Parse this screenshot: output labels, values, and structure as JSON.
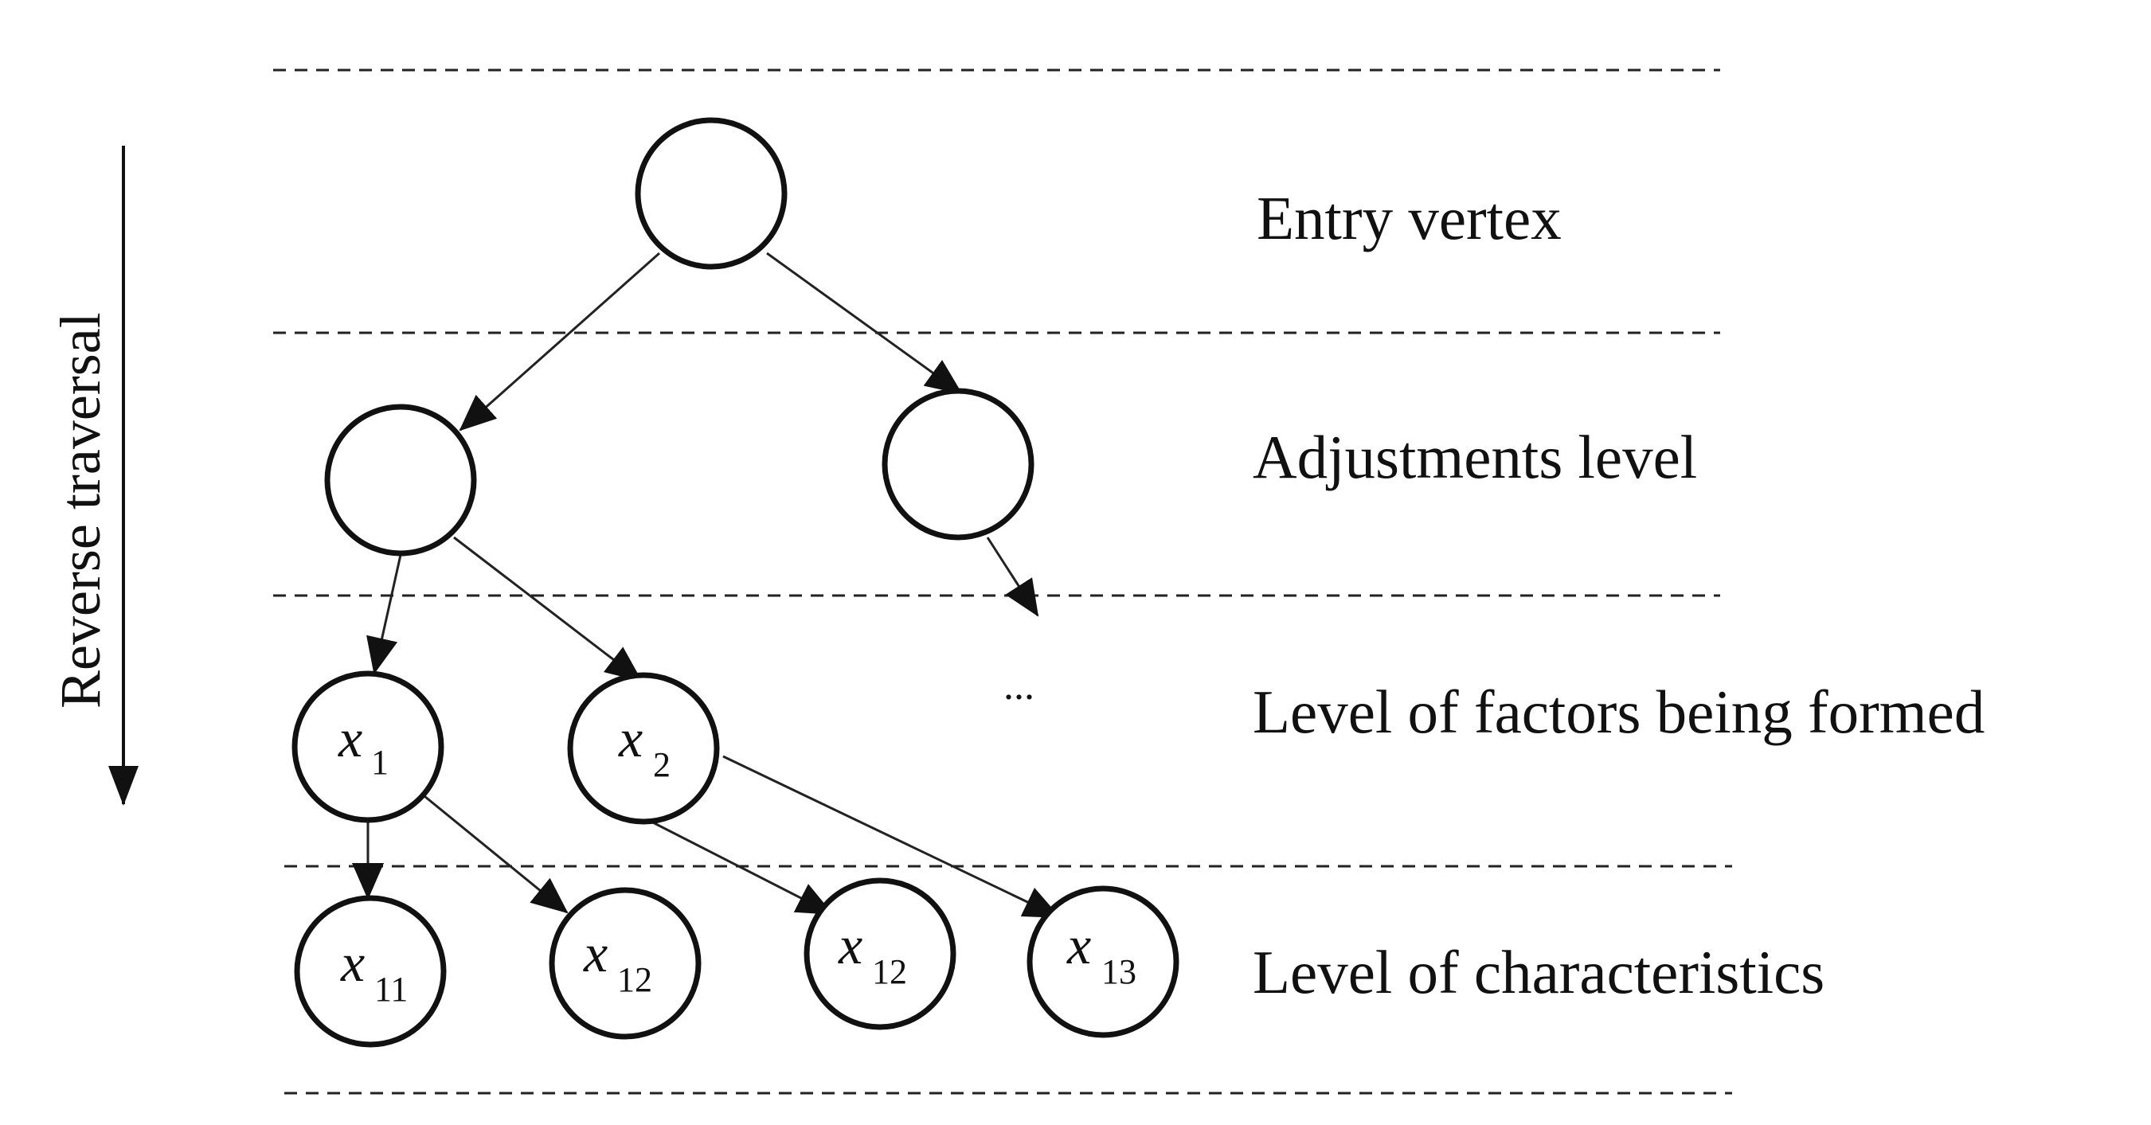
{
  "levels": {
    "entry": "Entry vertex",
    "adjustments": "Adjustments level",
    "factors": "Level of factors being formed",
    "characteristics": "Level of characteristics"
  },
  "side_label": "Reverse traversal",
  "ellipsis": "...",
  "nodes": {
    "x1": {
      "var": "x",
      "sub": "1"
    },
    "x2": {
      "var": "x",
      "sub": "2"
    },
    "x11": {
      "var": "x",
      "sub": "11"
    },
    "x12a": {
      "var": "x",
      "sub": "12"
    },
    "x12b": {
      "var": "x",
      "sub": "12"
    },
    "x13": {
      "var": "x",
      "sub": "13"
    }
  }
}
